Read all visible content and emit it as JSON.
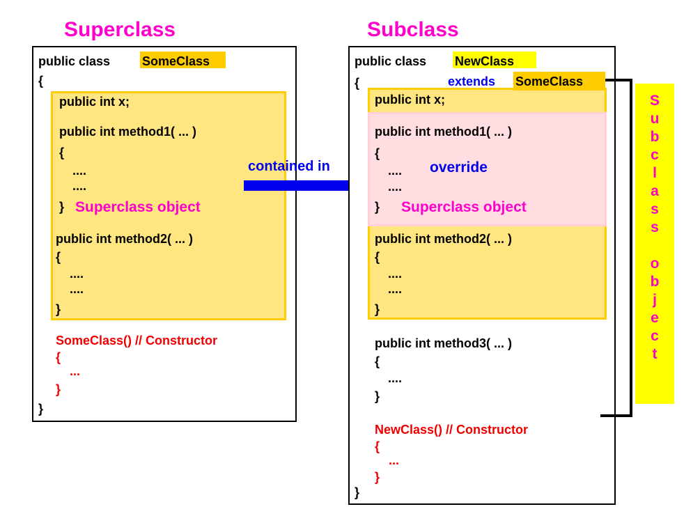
{
  "diagram": {
    "type": "java-inheritance-diagram",
    "colors": {
      "title": "#ff00cc",
      "keyword_blue": "#0000ee",
      "constructor_red": "#ee0000",
      "object_magenta": "#ff00cc",
      "highlight_yellow": "#ffff00",
      "highlight_gold": "#ffcc00",
      "panel_yellow_fill": "#ffe680",
      "panel_yellow_border": "#ffcc00",
      "panel_pink_fill": "#ffdde1",
      "panel_pink_border": "#ffd0d7",
      "box_border": "#000000",
      "background": "#ffffff"
    }
  },
  "superclass": {
    "title": "Superclass",
    "header_prefix": "public class",
    "header_name": "SomeClass",
    "open_brace": "{",
    "close_brace": "}",
    "field": "public  int x;",
    "method1": {
      "signature": "public int method1( ... )",
      "open": "{",
      "body_line1": "....",
      "body_line2": "....",
      "close": "}",
      "annotation": "Superclass object"
    },
    "method2": {
      "signature": "public int method2( ... )",
      "open": "{",
      "body_line1": "....",
      "body_line2": "....",
      "close": "}"
    },
    "constructor": {
      "signature": "SomeClass() // Constructor",
      "open": "{",
      "body": "...",
      "close": "}"
    }
  },
  "subclass": {
    "title": "Subclass",
    "header_prefix": "public class",
    "header_name": "NewClass",
    "extends_keyword": "extends",
    "extends_name": "SomeClass",
    "open_brace": "{",
    "close_brace": "}",
    "field": "public  int x;",
    "method1": {
      "signature": "public int method1( ... )",
      "open": "{",
      "body_line1": "....",
      "body_line2": "....",
      "close": "}",
      "override_label": "override",
      "annotation": "Superclass object"
    },
    "method2": {
      "signature": "public int method2( ... )",
      "open": "{",
      "body_line1": "....",
      "body_line2": "....",
      "close": "}"
    },
    "method3": {
      "signature": "public int method3( ... )",
      "open": "{",
      "body_line1": "....",
      "close": "}"
    },
    "constructor": {
      "signature": "NewClass() // Constructor",
      "open": "{",
      "body": "...",
      "close": "}"
    }
  },
  "relation": {
    "arrow_label": "contained in"
  },
  "side_label": {
    "text": "Subclass object",
    "letters": [
      "S",
      "u",
      "b",
      "c",
      "l",
      "a",
      "s",
      "s",
      " ",
      "o",
      "b",
      "j",
      "e",
      "c",
      "t"
    ]
  }
}
